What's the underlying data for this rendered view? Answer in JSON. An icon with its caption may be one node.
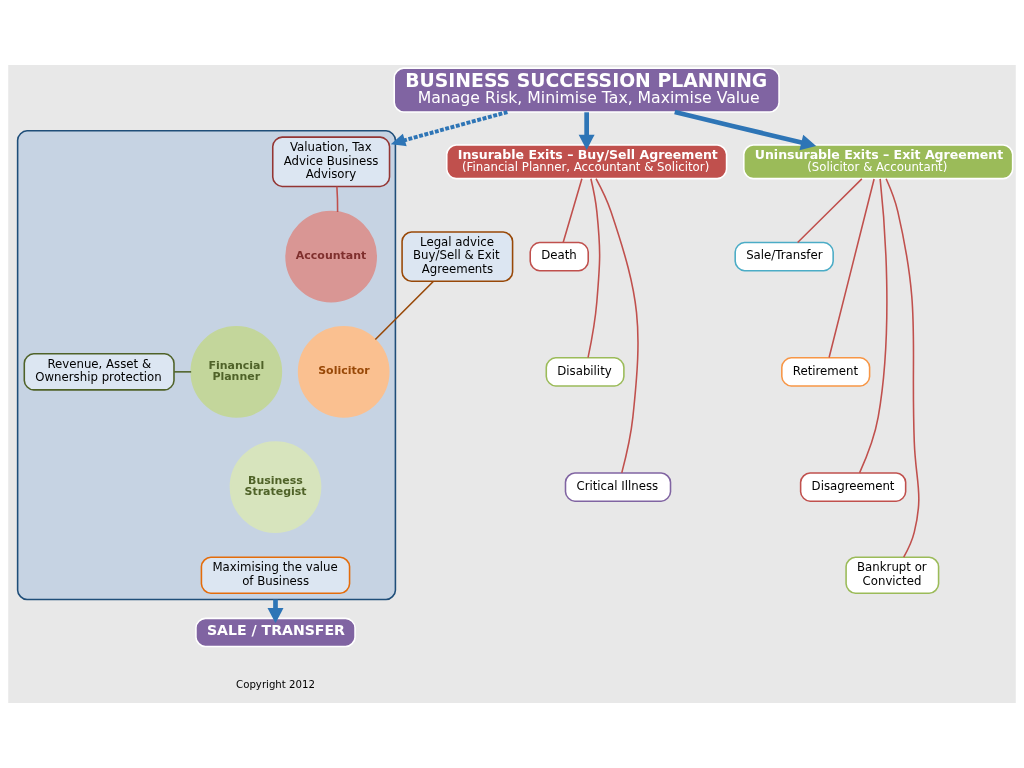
{
  "diagram": {
    "nodes": [
      {
        "text": [
          "BUSINESS SUCCESSION PLANNING",
          "Manage Risk, Minimise Tax, Maximise Value"
        ]
      },
      {
        "text": [
          "Insurable Exits – Buy/Sell Agreement",
          "(Financial Planner, Accountant & Solicitor)"
        ]
      },
      {
        "text": [
          "Uninsurable Exits – Exit Agreement",
          "(Solicitor & Accountant)"
        ]
      },
      {
        "text": [
          "Death"
        ]
      },
      {
        "text": [
          "Disability"
        ]
      },
      {
        "text": [
          "Critical Illness"
        ]
      },
      {
        "text": [
          "Sale/Transfer"
        ]
      },
      {
        "text": [
          "Retirement"
        ]
      },
      {
        "text": [
          "Disagreement"
        ]
      },
      {
        "text": [
          "Bankrupt or Convicted"
        ]
      },
      {
        "text": [],
        "shape": "ellipse"
      },
      {
        "text": [
          "Valuation, Tax Advice Business Advisory"
        ],
        "in": 10
      },
      {
        "text": [
          "Accountant"
        ],
        "in": 10
      },
      {
        "text": [
          "Financial Planner"
        ],
        "in": 10
      },
      {
        "text": [
          "Solicitor"
        ],
        "in": 10
      },
      {
        "text": [
          "Business Strategist"
        ],
        "in": 10
      },
      {
        "text": [
          "Revenue, Asset & Ownership protection"
        ],
        "in": 10
      },
      {
        "text": [
          "Legal advice Buy/Sell & Exit Agreements"
        ]
      },
      {
        "text": [
          "Maximising the value of Business"
        ],
        "in": 10
      },
      {
        "text": [
          "SALE / TRANSFER"
        ]
      }
    ],
    "edges": [
      {
        "from": 0,
        "to": 1,
        "arrow": "to",
        "style": "thick",
        "color": "#2e75b6"
      },
      {
        "from": 0,
        "to": 10,
        "arrow": "to",
        "style": "dashed",
        "color": "#2e75b6"
      },
      {
        "from": 0,
        "to": 2,
        "arrow": "to",
        "style": "thick",
        "color": "#2e75b6"
      },
      {
        "from": 1,
        "to": 3,
        "arrow": "none"
      },
      {
        "from": 1,
        "to": 4,
        "arrow": "none"
      },
      {
        "from": 1,
        "to": 5,
        "arrow": "none"
      },
      {
        "from": 2,
        "to": 6,
        "arrow": "none"
      },
      {
        "from": 2,
        "to": 7,
        "arrow": "none"
      },
      {
        "from": 2,
        "to": 8,
        "arrow": "none"
      },
      {
        "from": 2,
        "to": 9,
        "arrow": "none"
      },
      {
        "from": 11,
        "to": 12,
        "arrow": "none"
      },
      {
        "from": 16,
        "to": 13,
        "arrow": "none",
        "color": "#4f6228"
      },
      {
        "from": 17,
        "to": 14,
        "arrow": "none",
        "color": "#984807"
      },
      {
        "from": 10,
        "to": 19,
        "arrow": "to",
        "style": "thick",
        "color": "#2e75b6"
      }
    ],
    "labels": [
      "Copyright 2012"
    ]
  }
}
